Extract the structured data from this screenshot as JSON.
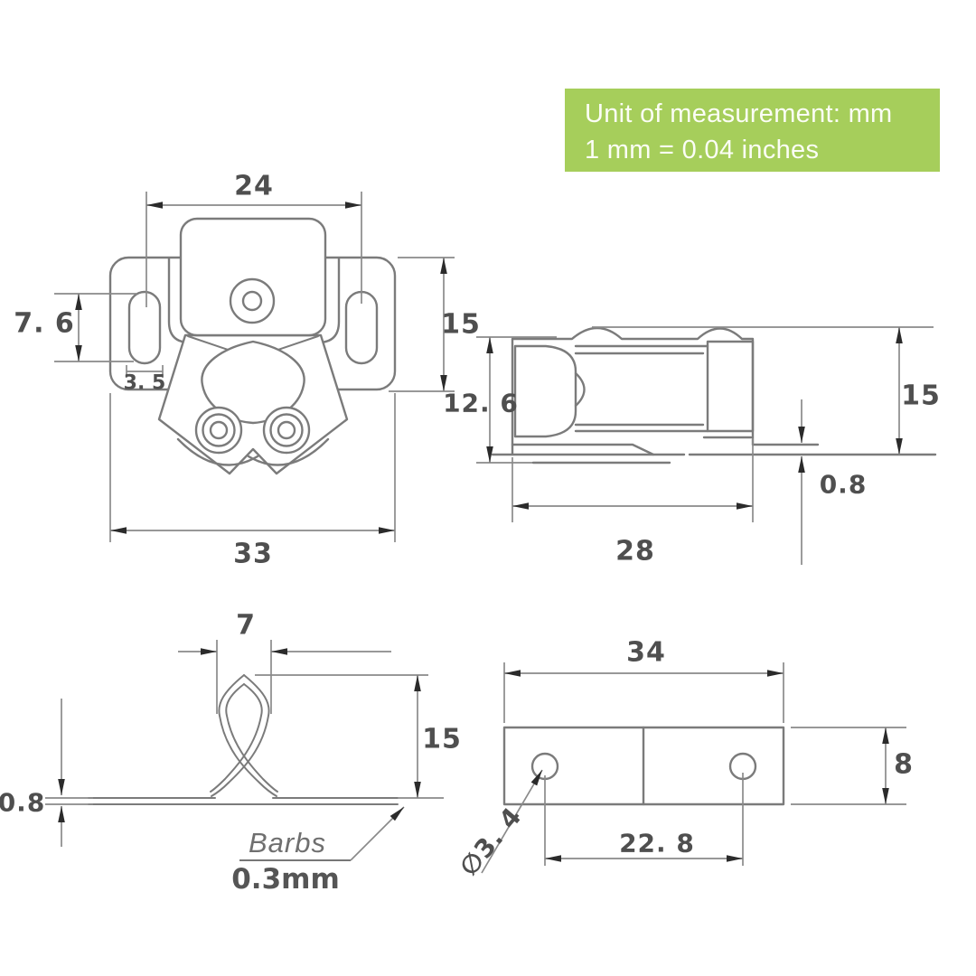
{
  "banner": {
    "line1": "Unit of measurement: mm",
    "line2": "1 mm = 0.04 inches"
  },
  "front_view": {
    "dim_mount_slot_spacing": "24",
    "dim_slot_height": "7. 6",
    "dim_slot_width": "3. 5",
    "dim_plate_height": "15",
    "dim_body_height": "12. 6",
    "dim_total_width": "33"
  },
  "side_view": {
    "dim_height": "15",
    "dim_plate_thickness": "0.8",
    "dim_depth": "28"
  },
  "barb_view": {
    "dim_tip_width": "7",
    "dim_height": "15",
    "dim_base_thickness": "0.8",
    "label_barbs": "Barbs",
    "label_barb_thickness": "0.3mm"
  },
  "strike_plate_view": {
    "dim_width": "34",
    "dim_height": "8",
    "dim_hole_spacing": "22. 8",
    "dim_hole_diameter": "∅3. 4"
  },
  "colors": {
    "banner_bg": "#a6ce5b",
    "banner_text": "#fbfdf5",
    "drawing_line": "#7b7b7b",
    "dimension_line": "#8a8a8a",
    "dimension_text": "#4f4f4f",
    "arrow": "#2b2b2b"
  }
}
